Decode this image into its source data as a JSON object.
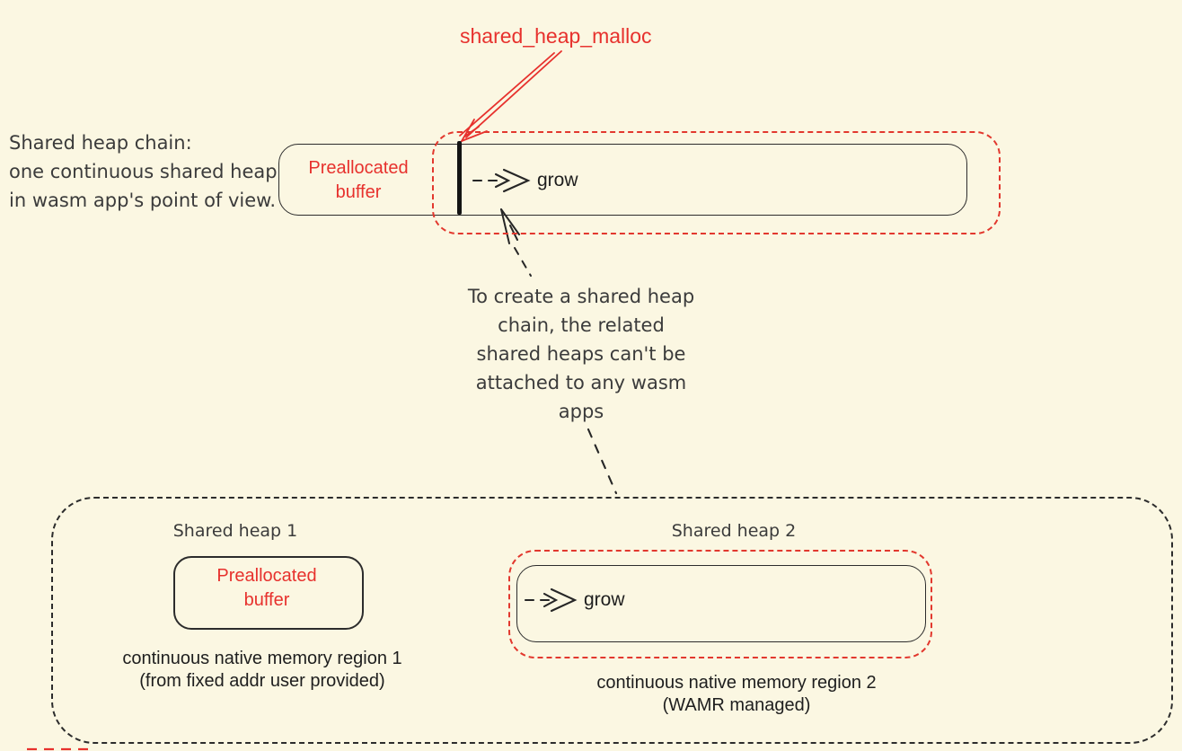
{
  "colors": {
    "background": "#fbf7e2",
    "accent_red": "#e7312d",
    "ink_black": "#2c2c2c",
    "text_dark_gray": "#3b3b3b"
  },
  "top_diagram": {
    "malloc_label": "shared_heap_malloc",
    "caption": {
      "lines": [
        "Shared heap chain:",
        "one continuous shared heap",
        "in wasm app's point of view."
      ]
    },
    "prealloc": {
      "lines": [
        "Preallocated",
        "buffer"
      ]
    },
    "grow_label": "grow"
  },
  "note": {
    "lines": [
      "To create a shared heap",
      "chain, the related",
      "shared heaps can't be",
      "attached to any wasm",
      "apps"
    ]
  },
  "bottom_diagram": {
    "heap1": {
      "title": "Shared heap 1",
      "prealloc": {
        "lines": [
          "Preallocated",
          "buffer"
        ]
      },
      "caption": {
        "lines": [
          "continuous native memory region 1",
          "(from fixed addr user provided)"
        ]
      }
    },
    "heap2": {
      "title": "Shared heap 2",
      "grow_label": "grow",
      "caption": {
        "lines": [
          "continuous native memory region 2",
          "(WAMR managed)"
        ]
      }
    }
  }
}
